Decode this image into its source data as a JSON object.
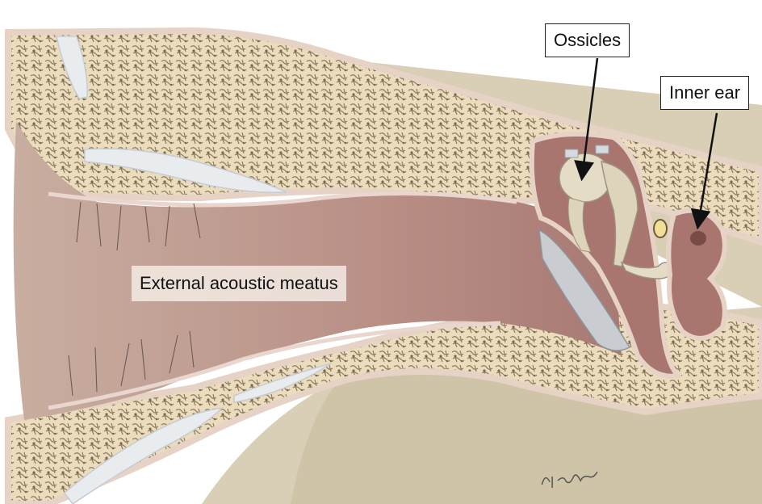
{
  "labels": {
    "ossicles": "Ossicles",
    "inner_ear": "Inner ear",
    "external_acoustic_meatus": "External acoustic meatus"
  },
  "signature": "K. Wesker",
  "colors": {
    "bone_cortex": "#efe3c6",
    "spongy_bone": "#e2d2ad",
    "canal_skin": "#c9a49a",
    "cavity": "#a9766f",
    "cartilage": "#e9ecef",
    "soft_tissue": "#d8cdb4"
  }
}
